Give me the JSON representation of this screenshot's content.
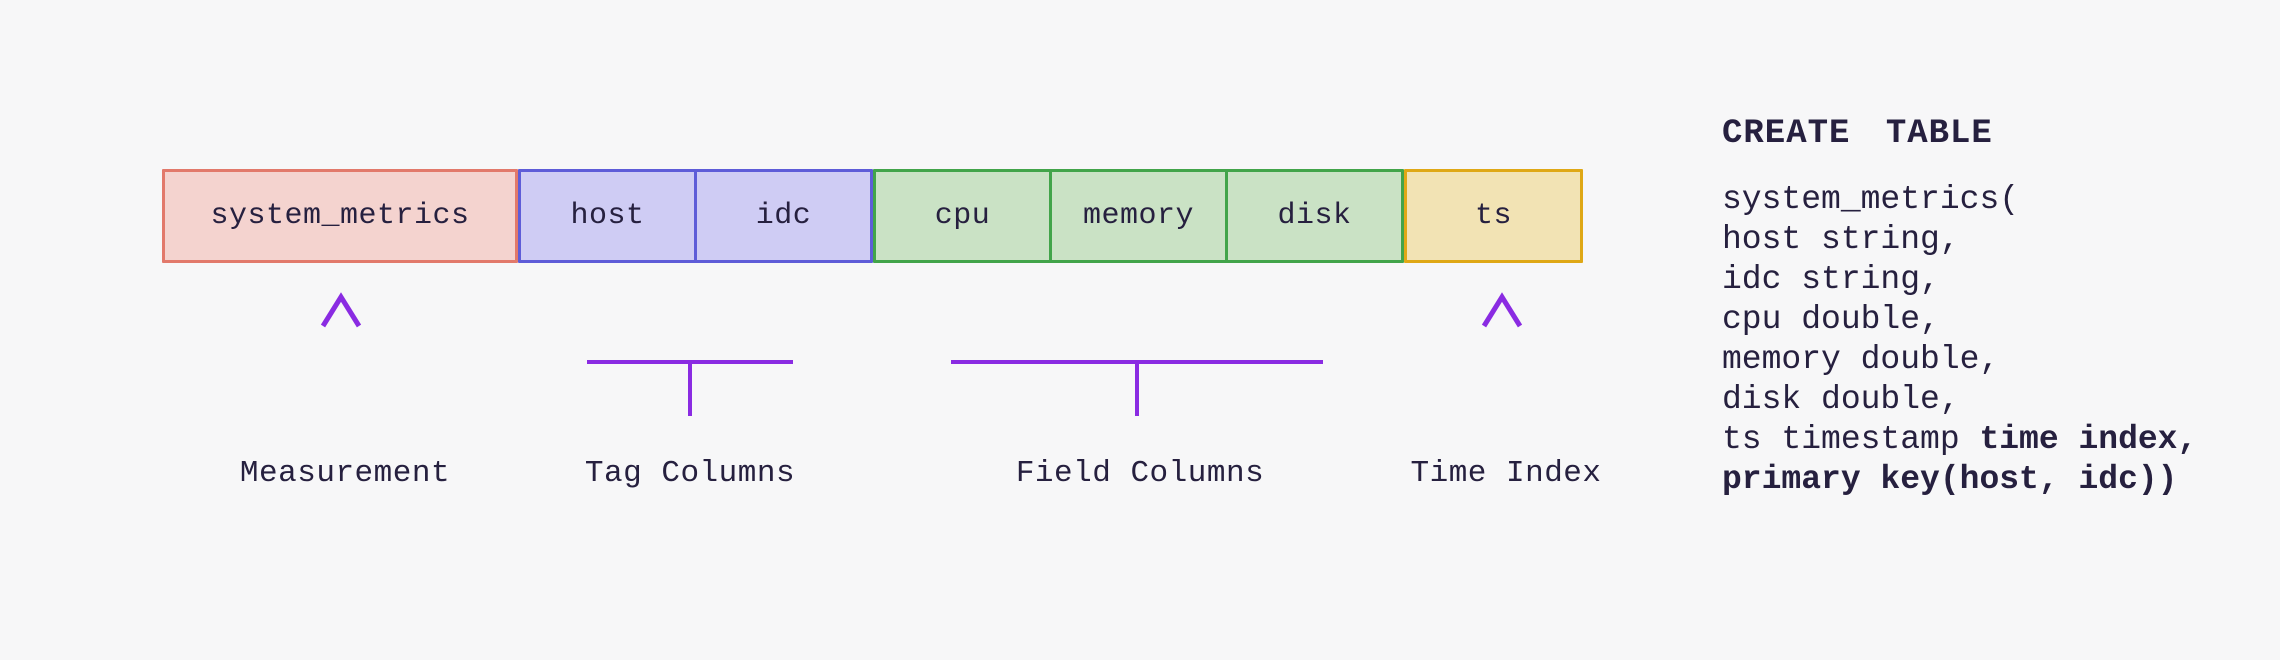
{
  "colors": {
    "background": "#f7f7f8",
    "text": "#26203f",
    "accent-purple": "#8a2be2",
    "accent-purple-light": "#ddccf6",
    "measurement-fill": "#f4d3cf",
    "measurement-border": "#e2796b",
    "tag-fill": "#cfccf4",
    "tag-border": "#5e5cd8",
    "field-fill": "#cae2c5",
    "field-border": "#42a44a",
    "time-fill": "#f2e3b4",
    "time-border": "#dfa816"
  },
  "boxes": [
    {
      "label": "system_metrics",
      "group": "measurement"
    },
    {
      "label": "host",
      "group": "tag"
    },
    {
      "label": "idc",
      "group": "tag"
    },
    {
      "label": "cpu",
      "group": "field"
    },
    {
      "label": "memory",
      "group": "field"
    },
    {
      "label": "disk",
      "group": "field"
    },
    {
      "label": "ts",
      "group": "time"
    }
  ],
  "annotations": {
    "measurement": "Measurement",
    "tag": "Tag Columns",
    "field": "Field Columns",
    "time": "Time Index"
  },
  "sql": {
    "title": "CREATE TABLE",
    "lines": [
      {
        "normal": "system_metrics(",
        "bold": ""
      },
      {
        "normal": "host string,",
        "bold": ""
      },
      {
        "normal": "idc string,",
        "bold": ""
      },
      {
        "normal": "cpu double,",
        "bold": ""
      },
      {
        "normal": "memory double,",
        "bold": ""
      },
      {
        "normal": "disk double,",
        "bold": ""
      },
      {
        "normal": "ts timestamp ",
        "bold": "time index,"
      },
      {
        "normal": "",
        "bold": "primary key(host, idc))"
      }
    ]
  }
}
